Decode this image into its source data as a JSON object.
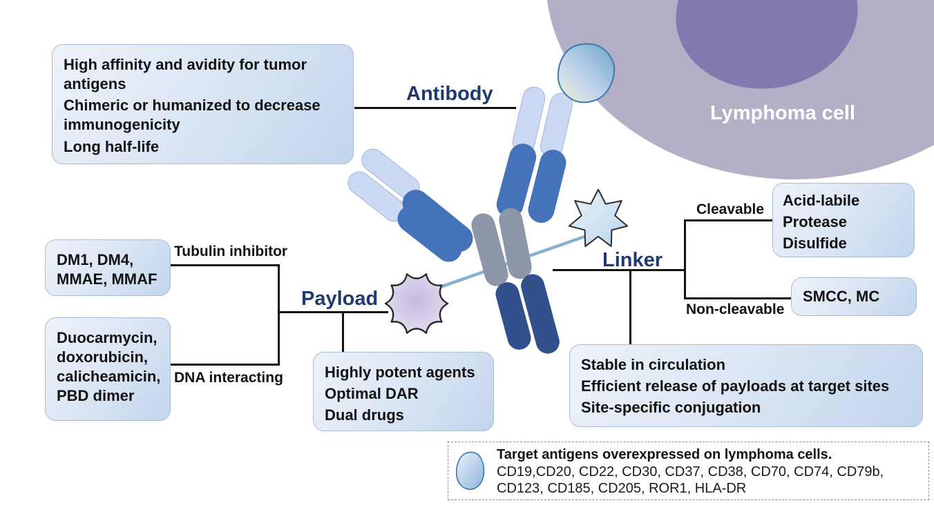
{
  "labels": {
    "antibody": "Antibody",
    "payload": "Payload",
    "linker": "Linker",
    "lymphoma_cell": "Lymphoma cell",
    "tubulin_inhibitor": "Tubulin inhibitor",
    "dna_interacting": "DNA interacting",
    "cleavable": "Cleavable",
    "non_cleavable": "Non-cleavable"
  },
  "boxes": {
    "antibody_properties": {
      "items": [
        "High affinity and avidity for tumor antigens",
        "Chimeric or humanized to decrease immunogenicity",
        "Long half-life"
      ]
    },
    "tubulin_payloads": {
      "text": "DM1, DM4, MMAE, MMAF"
    },
    "dna_payloads": {
      "text": "Duocarmycin, doxorubicin, calicheamicin, PBD dimer"
    },
    "payload_properties": {
      "items": [
        "Highly potent agents",
        "Optimal DAR",
        "Dual drugs"
      ]
    },
    "cleavable_linkers": {
      "items": [
        "Acid-labile",
        "Protease",
        "Disulfide"
      ]
    },
    "non_cleavable_linkers": {
      "text": "SMCC, MC"
    },
    "linker_properties": {
      "items": [
        "Stable in circulation",
        "Efficient release of payloads at target sites",
        "Site-specific conjugation"
      ]
    }
  },
  "legend": {
    "title": "Target antigens overexpressed on lymphoma cells.",
    "antigens": "CD19,CD20, CD22, CD30, CD37, CD38, CD70, CD74, CD79b, CD123, CD185, CD205, ROR1, HLA-DR"
  },
  "colors": {
    "label_navy": "#1f3a6e",
    "box_fill_light": "#edf2f9",
    "box_fill_dark": "#c2d5ed",
    "capsule_light": "#ccd9f2",
    "capsule_medium": "#4473b9",
    "capsule_gray": "#8e96a9",
    "capsule_navy": "#32518c",
    "cell_body": "#b4afc6",
    "cell_nucleus": "#8479ae",
    "linker_line": "#85b2d3",
    "payload_fill": "#c9bedf",
    "star_fill": "#cfe2f1",
    "antigen_fill": "#9fc3e0"
  }
}
